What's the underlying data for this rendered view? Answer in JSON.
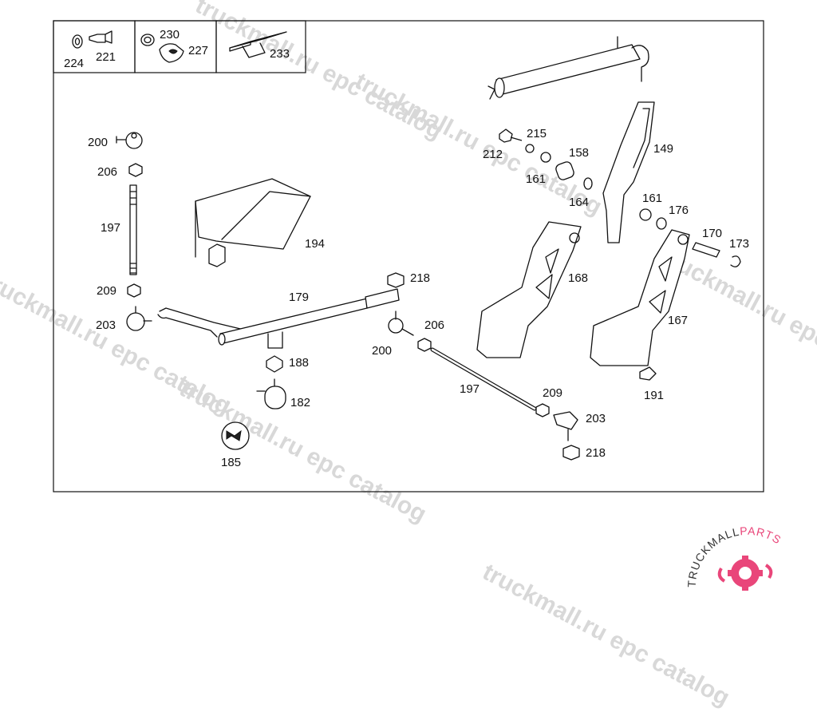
{
  "watermarks": [
    "truckmall.ru epc catalog",
    "truckmall.ru epc catalog",
    "truckmall.ru epc catalog",
    "truckmall.ru epc catalog",
    "truckmall.ru epc catalog",
    "truckmall.ru epc catalog"
  ],
  "logo": {
    "text": "TRUCKMALLPARTS",
    "text_main": "TRUCKMALL",
    "text_accent": "PARTS",
    "color_main": "#333333",
    "color_accent": "#e9467a"
  },
  "legend_boxes": [
    {
      "labels": [
        "224",
        "221"
      ]
    },
    {
      "labels": [
        "230",
        "227"
      ]
    },
    {
      "labels": [
        "233"
      ]
    }
  ],
  "callouts": {
    "c224": "224",
    "c221": "221",
    "c230": "230",
    "c227": "227",
    "c233": "233",
    "c200a": "200",
    "c206a": "206",
    "c197a": "197",
    "c209a": "209",
    "c203a": "203",
    "c194": "194",
    "c179": "179",
    "c218a": "218",
    "c206b": "206",
    "c200b": "200",
    "c188": "188",
    "c182": "182",
    "c185": "185",
    "c197b": "197",
    "c209b": "209",
    "c203b": "203",
    "c218b": "218",
    "c215": "215",
    "c212": "212",
    "c158": "158",
    "c161a": "161",
    "c164": "164",
    "c149": "149",
    "c161b": "161",
    "c176": "176",
    "c170": "170",
    "c173": "173",
    "c168": "168",
    "c167": "167",
    "c191": "191"
  }
}
